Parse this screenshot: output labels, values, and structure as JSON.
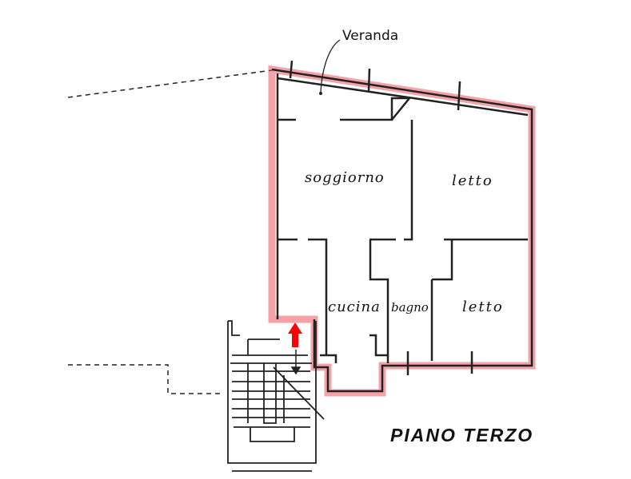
{
  "plan": {
    "title": "PIANO TERZO",
    "rooms": {
      "veranda": "Veranda",
      "soggiorno": "soggiorno",
      "letto_1": "letto",
      "cucina": "cucina",
      "bagno": "bagno",
      "letto_2": "letto"
    },
    "highlight_color": "#e8484f",
    "arrow_color": "#ff0000"
  }
}
